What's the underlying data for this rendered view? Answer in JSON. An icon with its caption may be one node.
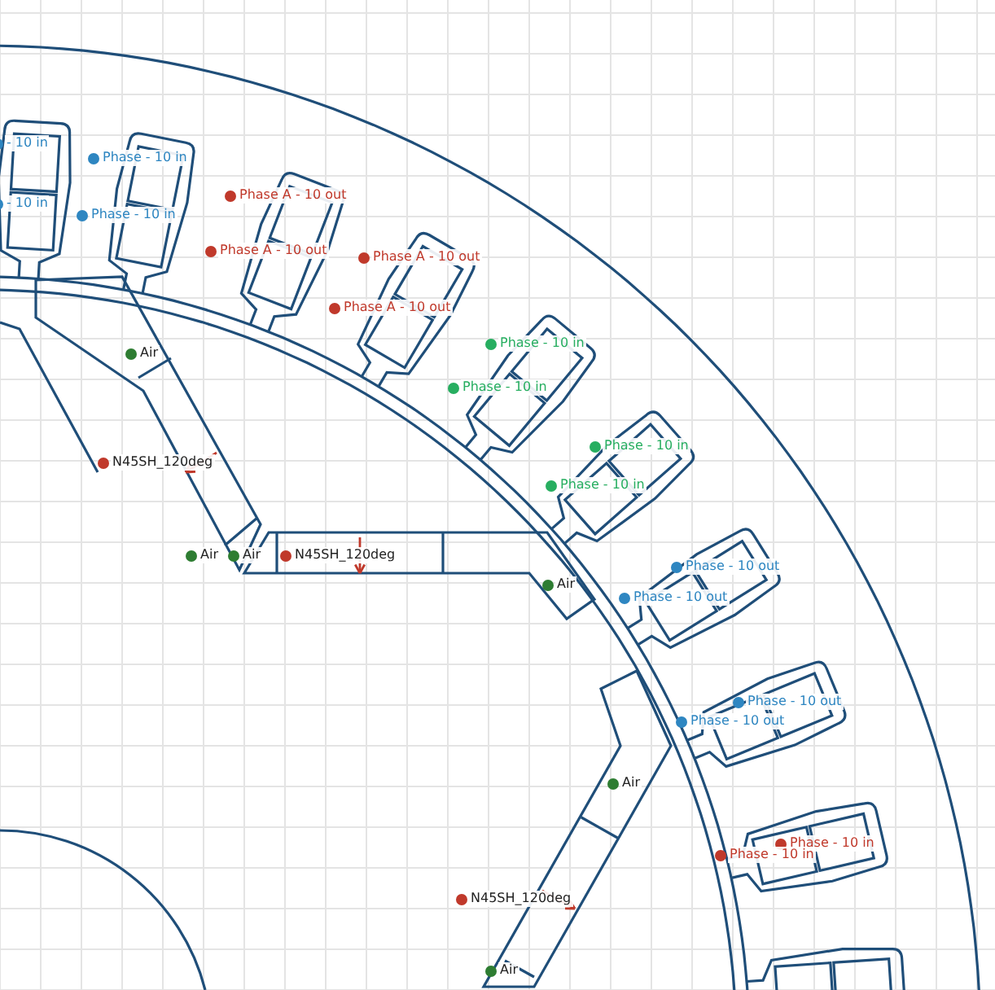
{
  "diagram": {
    "labels": [
      "- 10 in",
      "Phase - 10 in",
      "Phase A - 10 out",
      "- 10 in",
      "Phase - 10 in",
      "Phase A - 10 out",
      "Phase A - 10 out",
      "Phase A - 10 out",
      "Phase - 10 in",
      "Air",
      "Phase - 10 in",
      "Phase - 10 in",
      "N45SH_120deg",
      "Phase - 10 in",
      "Air",
      "Air",
      "N45SH_120deg",
      "Phase - 10 out",
      "Air",
      "Phase - 10 out",
      "Phase - 10 out",
      "Phase - 10 out",
      "Air",
      "Phase - 10 in",
      "Phase - 10 in",
      "N45SH_120deg",
      "Air"
    ]
  }
}
